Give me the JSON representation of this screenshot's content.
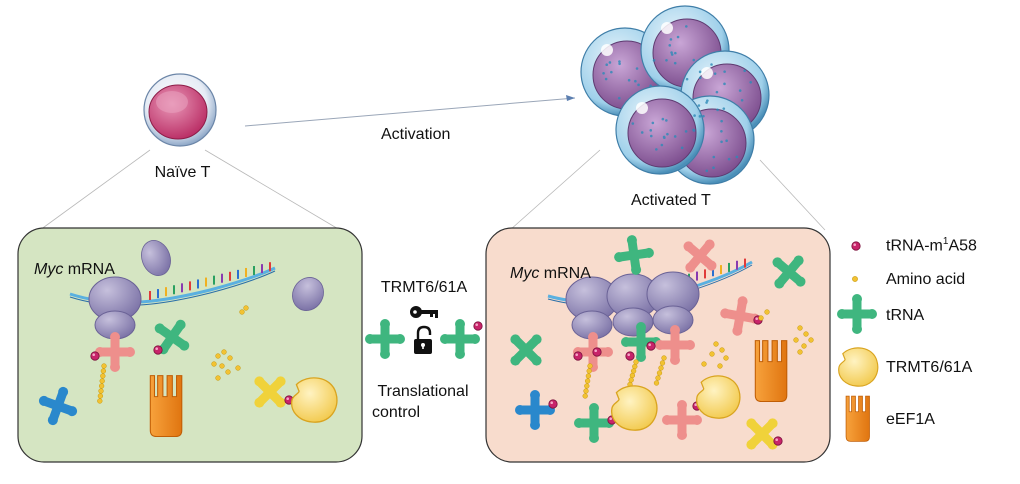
{
  "diagram": {
    "naive_label": "Naïve T",
    "activation_label": "Activation",
    "activated_label": "Activated T",
    "left_panel": {
      "mrna_italic": "Myc",
      "mrna_text": " mRNA"
    },
    "right_panel": {
      "mrna_italic": "Myc",
      "mrna_text": " mRNA"
    },
    "center": {
      "enzyme_label": "TRMT6/61A",
      "control_line1": "Translational",
      "control_line2": "control"
    }
  },
  "legend": {
    "items": [
      {
        "id": "m1a",
        "label_pre": "tRNA-m",
        "label_sup": "1",
        "label_post": "A58",
        "icon": "pink-dot-icon"
      },
      {
        "id": "aa",
        "label": "Amino acid",
        "icon": "yellow-dot-icon"
      },
      {
        "id": "trna",
        "label": "tRNA",
        "icon": "trna-icon"
      },
      {
        "id": "trmt",
        "label": "TRMT6/61A",
        "icon": "trmt-blob-icon"
      },
      {
        "id": "eef1a",
        "label": "eEF1A",
        "icon": "eef1a-icon"
      }
    ]
  },
  "colors": {
    "left_panel_fill": "#d5e5c2",
    "right_panel_fill": "#f8dccd",
    "trna_green": "#3fb67f",
    "trna_pink": "#ee8f8c",
    "trna_blue": "#2a88cc",
    "trna_yellow": "#f0d23a",
    "m1a_pink": "#c8246a",
    "amino_yellow": "#f2c232",
    "eef1a_orange": "#f28a1a",
    "trmt_yellow": "#fae28f",
    "ribosome_purple": "#8f86b4",
    "cell_magenta": "#c7326e"
  }
}
